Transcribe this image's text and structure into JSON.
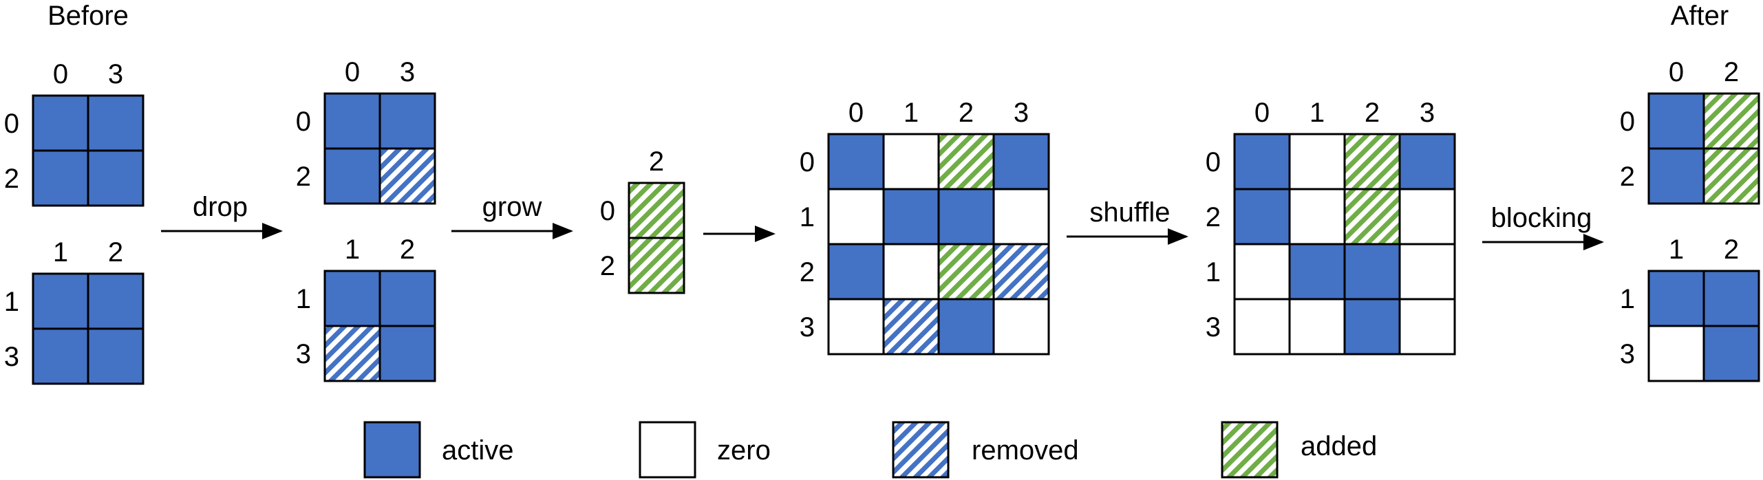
{
  "colors": {
    "active": "#4472C4",
    "zero": "#FFFFFF",
    "removed": "#4472C4",
    "added": "#70AD47",
    "stroke": "#000000"
  },
  "labels": {
    "before": "Before",
    "after": "After",
    "drop": "drop",
    "grow": "grow",
    "shuffle": "shuffle",
    "blocking": "blocking"
  },
  "legend": [
    {
      "state": "active",
      "label": "active"
    },
    {
      "state": "zero",
      "label": "zero"
    },
    {
      "state": "removed",
      "label": "removed"
    },
    {
      "state": "added",
      "label": "added"
    }
  ],
  "grids": [
    {
      "id": "before-block-a",
      "cols": [
        "0",
        "3"
      ],
      "rows": [
        "0",
        "2"
      ],
      "cells": [
        [
          "active",
          "active"
        ],
        [
          "active",
          "active"
        ]
      ]
    },
    {
      "id": "before-block-b",
      "cols": [
        "1",
        "2"
      ],
      "rows": [
        "1",
        "3"
      ],
      "cells": [
        [
          "active",
          "active"
        ],
        [
          "active",
          "active"
        ]
      ]
    },
    {
      "id": "drop-block-a",
      "cols": [
        "0",
        "3"
      ],
      "rows": [
        "0",
        "2"
      ],
      "cells": [
        [
          "active",
          "active"
        ],
        [
          "active",
          "removed"
        ]
      ]
    },
    {
      "id": "drop-block-b",
      "cols": [
        "1",
        "2"
      ],
      "rows": [
        "1",
        "3"
      ],
      "cells": [
        [
          "active",
          "active"
        ],
        [
          "removed",
          "active"
        ]
      ]
    },
    {
      "id": "grow-block",
      "cols": [
        "2"
      ],
      "rows": [
        "0",
        "2"
      ],
      "cells": [
        [
          "added"
        ],
        [
          "added"
        ]
      ]
    },
    {
      "id": "combined-matrix",
      "cols": [
        "0",
        "1",
        "2",
        "3"
      ],
      "rows": [
        "0",
        "1",
        "2",
        "3"
      ],
      "cells": [
        [
          "active",
          "zero",
          "added",
          "active"
        ],
        [
          "zero",
          "active",
          "active",
          "zero"
        ],
        [
          "active",
          "zero",
          "added",
          "removed"
        ],
        [
          "zero",
          "removed",
          "active",
          "zero"
        ]
      ]
    },
    {
      "id": "shuffled-matrix",
      "cols": [
        "0",
        "1",
        "2",
        "3"
      ],
      "rows": [
        "0",
        "2",
        "1",
        "3"
      ],
      "cells": [
        [
          "active",
          "zero",
          "added",
          "active"
        ],
        [
          "active",
          "zero",
          "added",
          "zero"
        ],
        [
          "zero",
          "active",
          "active",
          "zero"
        ],
        [
          "zero",
          "zero",
          "active",
          "zero"
        ]
      ]
    },
    {
      "id": "after-block-a",
      "cols": [
        "0",
        "2"
      ],
      "rows": [
        "0",
        "2"
      ],
      "cells": [
        [
          "active",
          "added"
        ],
        [
          "active",
          "added"
        ]
      ]
    },
    {
      "id": "after-block-b",
      "cols": [
        "1",
        "2"
      ],
      "rows": [
        "1",
        "3"
      ],
      "cells": [
        [
          "active",
          "active"
        ],
        [
          "zero",
          "active"
        ]
      ]
    }
  ]
}
